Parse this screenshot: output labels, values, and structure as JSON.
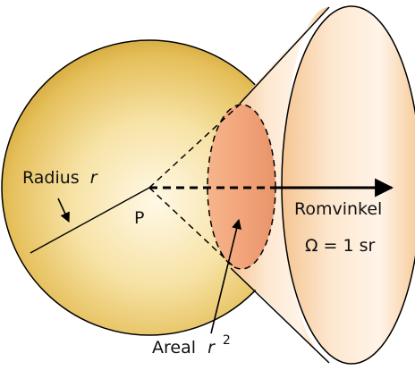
{
  "labels": {
    "radius_word": "Radius",
    "radius_symbol": "r",
    "point": "P",
    "solid_angle_word": "Romvinkel",
    "solid_angle_value": "Ω = 1 sr",
    "area_word": "Areal",
    "area_symbol": "r",
    "area_exponent": "2"
  },
  "colors": {
    "sphere_light": "#fff8e6",
    "sphere_mid": "#f3d784",
    "sphere_dark": "#c99a28",
    "cone_light": "#fff2e4",
    "cone_dark": "#f2b77f",
    "cap_fill": "#f0a67c",
    "stroke": "#000000"
  }
}
